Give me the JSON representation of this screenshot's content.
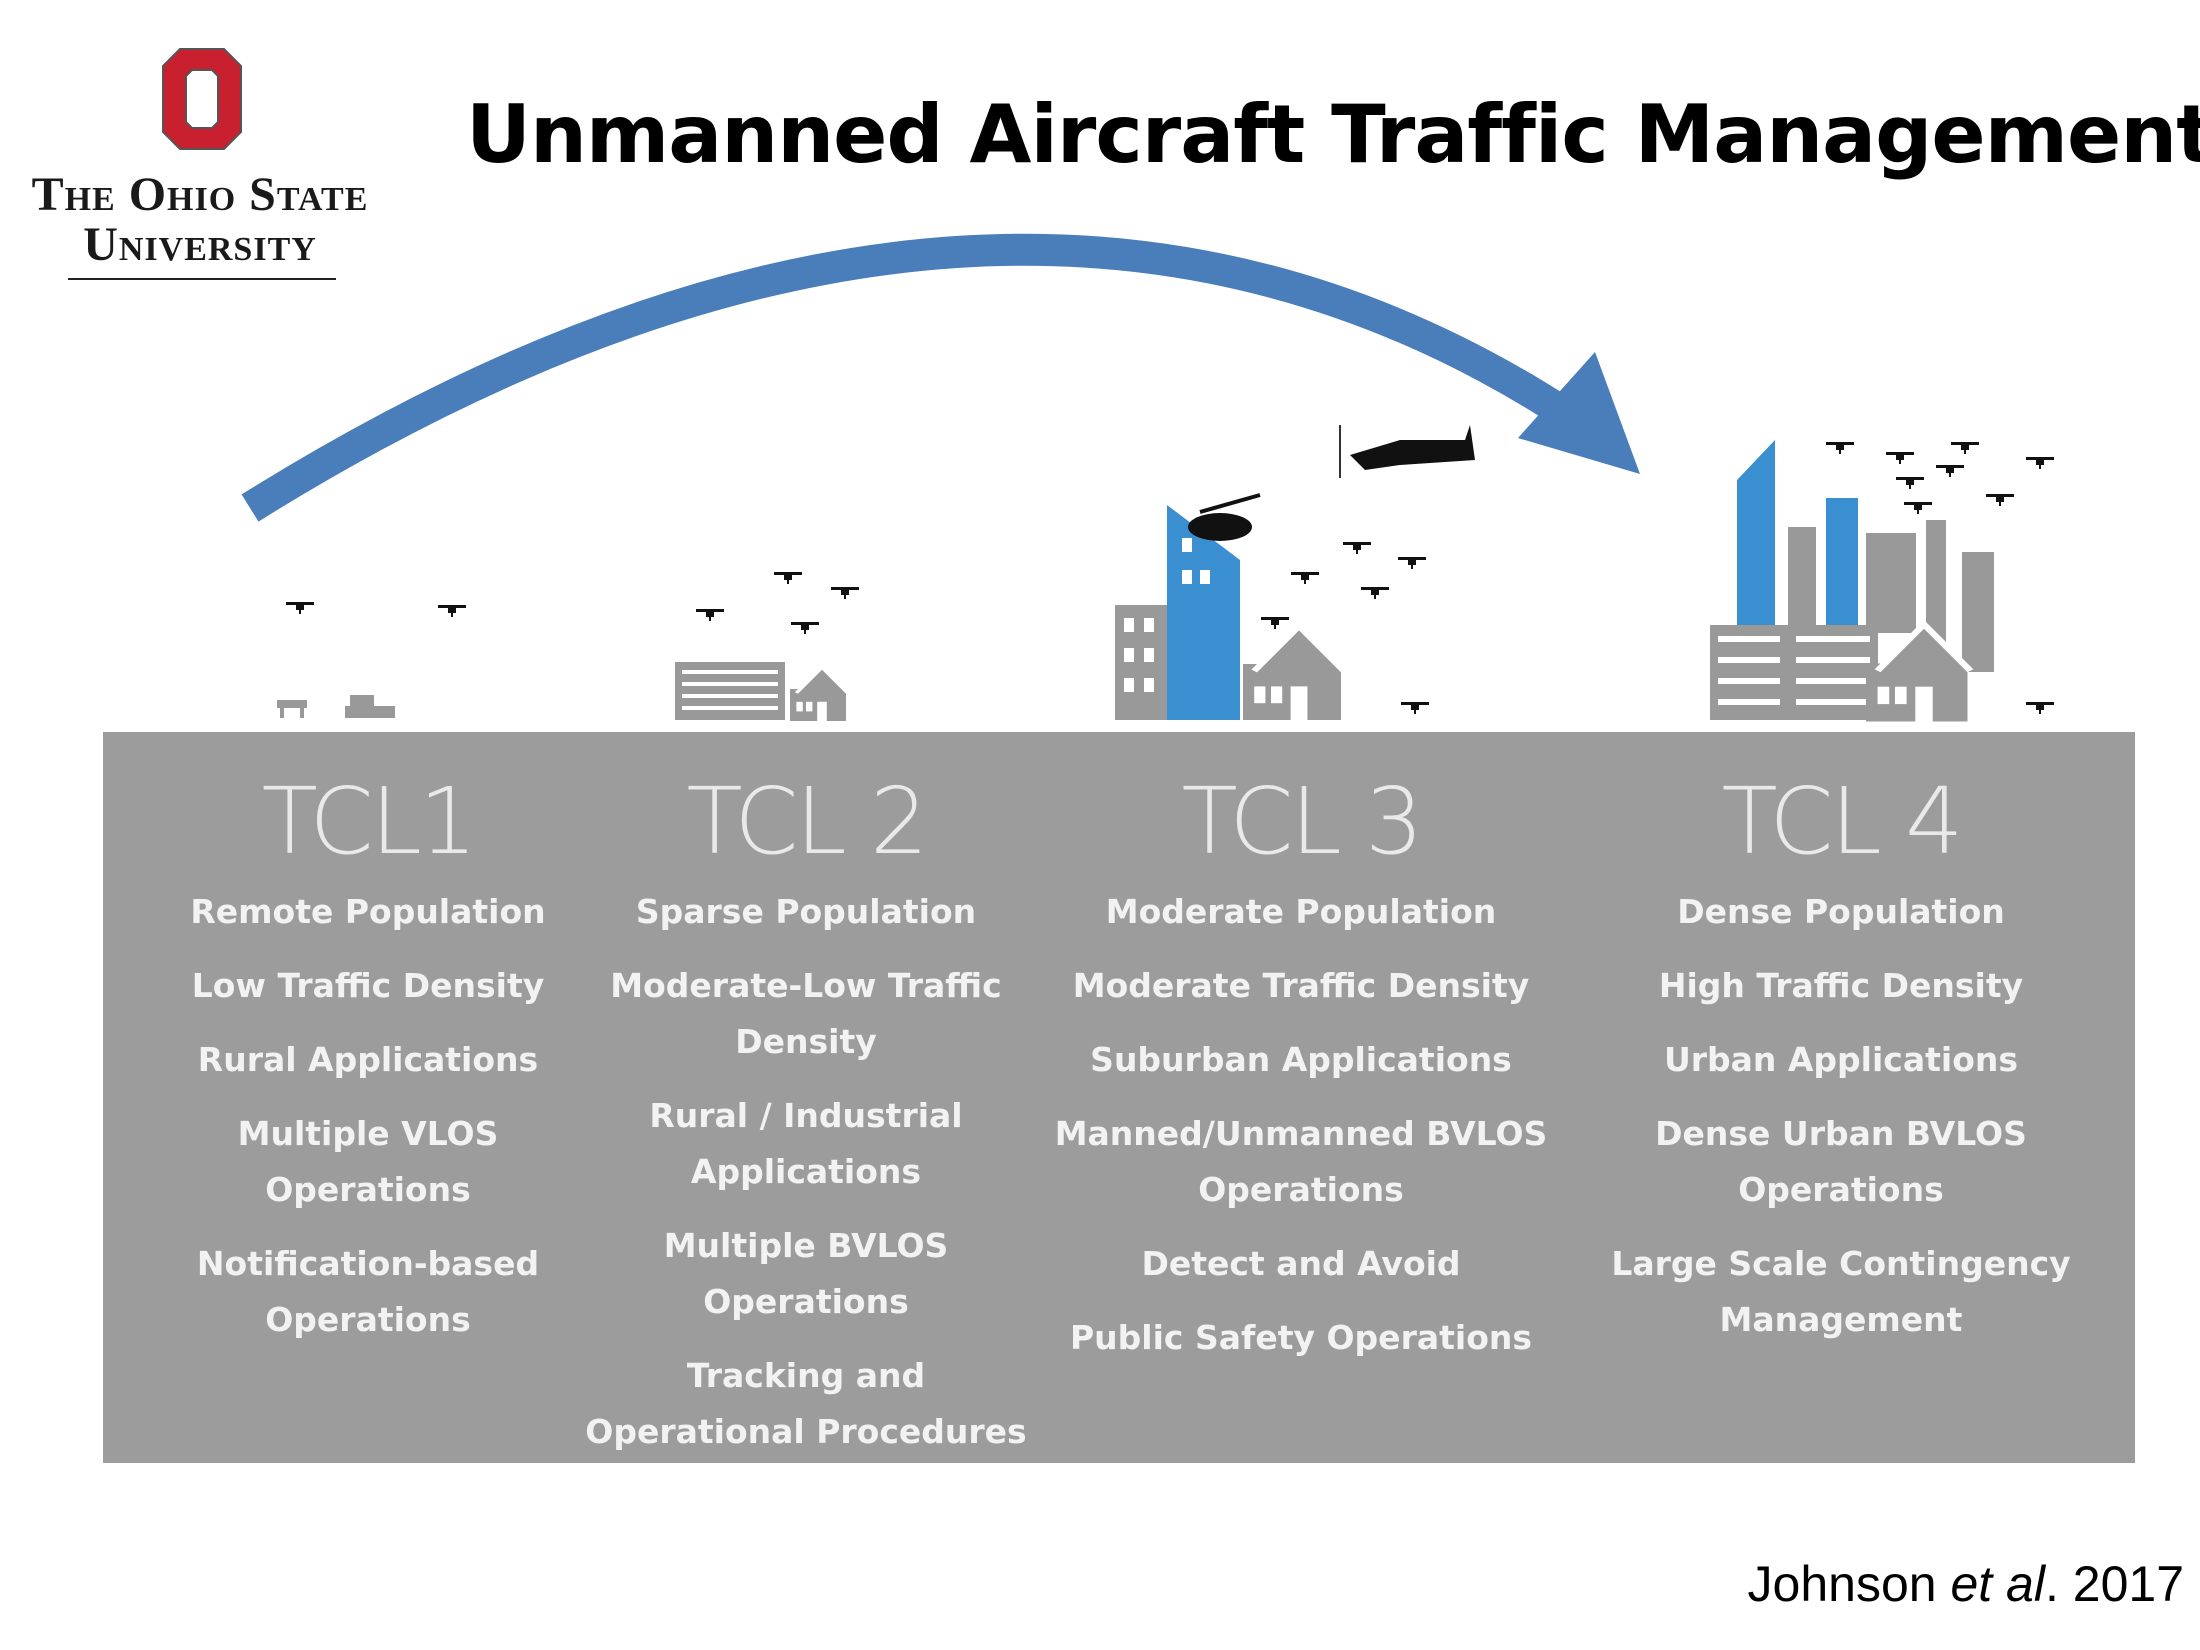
{
  "logo": {
    "line1": "The Ohio State",
    "line2": "University",
    "mark": "O"
  },
  "title": "Unmanned Aircraft Traffic Management",
  "colors": {
    "accent_blue": "#4a7ebb",
    "building_blue": "#3a8fd0",
    "panel_gray": "#9c9c9c",
    "osu_red": "#c8202f"
  },
  "levels": [
    {
      "heading": "TCL1",
      "items": [
        [
          "Remote Population"
        ],
        [
          "Low Traffic Density"
        ],
        [
          "Rural Applications"
        ],
        [
          "Multiple VLOS",
          "Operations"
        ],
        [
          "Notification-based",
          "Operations"
        ]
      ]
    },
    {
      "heading": "TCL 2",
      "items": [
        [
          "Sparse Population"
        ],
        [
          "Moderate-Low Traffic",
          "Density"
        ],
        [
          "Rural / Industrial",
          "Applications"
        ],
        [
          "Multiple BVLOS",
          "Operations"
        ],
        [
          "Tracking and",
          "Operational Procedures"
        ]
      ]
    },
    {
      "heading": "TCL 3",
      "items": [
        [
          "Moderate Population"
        ],
        [
          "Moderate Traffic Density"
        ],
        [
          "Suburban Applications"
        ],
        [
          "Manned/Unmanned BVLOS",
          "Operations"
        ],
        [
          "Detect and Avoid"
        ],
        [
          "Public Safety Operations"
        ]
      ]
    },
    {
      "heading": "TCL 4",
      "items": [
        [
          "Dense Population"
        ],
        [
          "High Traffic Density"
        ],
        [
          "Urban Applications"
        ],
        [
          "Dense Urban BVLOS",
          "Operations"
        ],
        [
          "Large Scale Contingency",
          "Management"
        ]
      ]
    }
  ],
  "citation": {
    "author": "Johnson",
    "etal": "et al",
    "year": ". 2017"
  }
}
